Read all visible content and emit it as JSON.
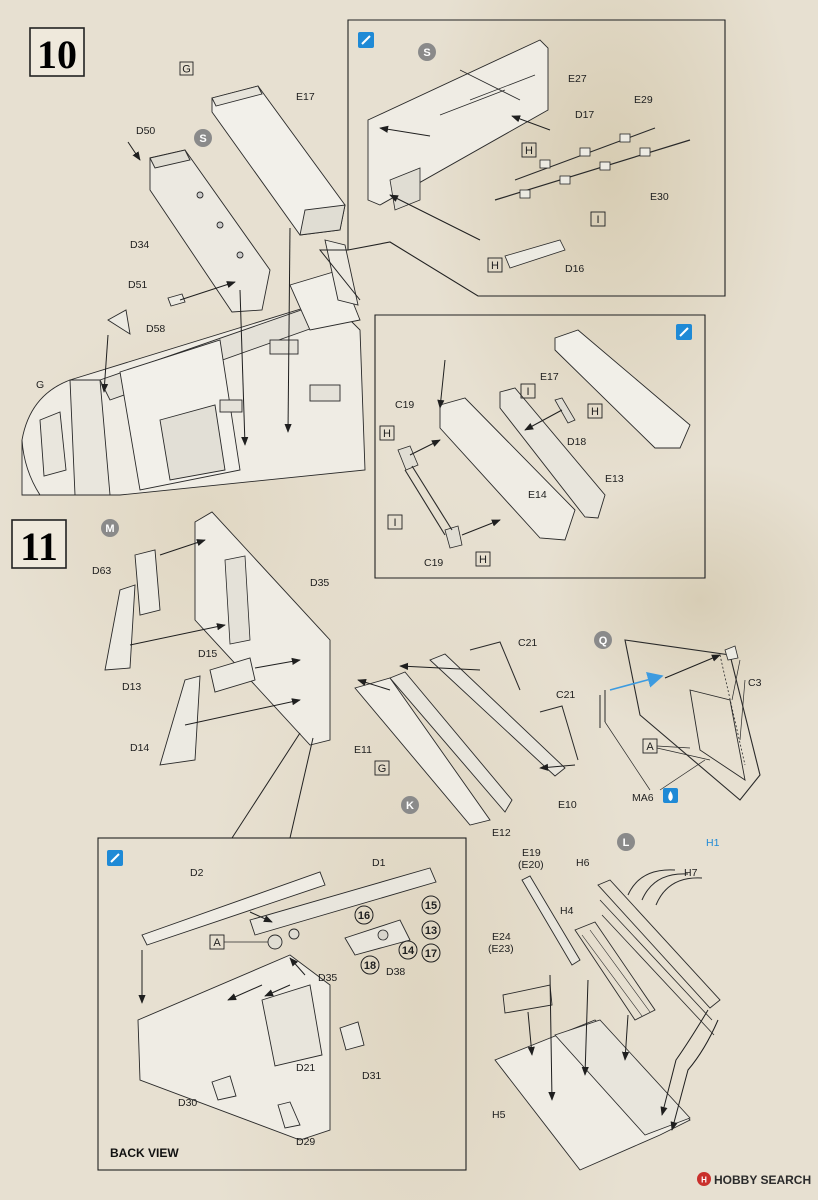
{
  "colors": {
    "ink": "#2a2a2a",
    "paper": "#e7e0d1",
    "part_fill": "#efece4",
    "marker_grey": "#8a8a8a",
    "paint_blue": "#1f8ad6",
    "arrow_blue": "#3d9be0",
    "watermark_red": "#c9302c"
  },
  "icons": {
    "paint_icon": "paint-brush-icon",
    "glue_icon": "glue-drop-icon",
    "watermark_icon": "watermark-logo-icon"
  },
  "steps": {
    "s10": {
      "number": "10"
    },
    "s11": {
      "number": "11"
    }
  },
  "markers": {
    "s_top_inset": "S",
    "s_main": "S",
    "m": "M",
    "q": "Q",
    "k": "K",
    "l": "L"
  },
  "boxed": {
    "g_top": "G",
    "h_top": "H",
    "h_top2": "H",
    "i_top": "I",
    "i_mid": "I",
    "h_mid": "H",
    "h_mid_left": "H",
    "i_mid_left": "I",
    "h_mid_bottom": "H",
    "g_s11": "G",
    "a_q": "A",
    "a_inset": "A"
  },
  "labels": {
    "e17_main": "E17",
    "d50": "D50",
    "d34": "D34",
    "d51": "D51",
    "d58": "D58",
    "g_main": "G",
    "e27": "E27",
    "d17": "D17",
    "e29": "E29",
    "e30": "E30",
    "d16": "D16",
    "e17_inset": "E17",
    "d18": "D18",
    "c19_top": "C19",
    "e13": "E13",
    "e14": "E14",
    "c19_bottom": "C19",
    "d63": "D63",
    "d35": "D35",
    "d13": "D13",
    "d15": "D15",
    "d14": "D14",
    "c21_top": "C21",
    "c21_mid": "C21",
    "e11": "E11",
    "e10": "E10",
    "e12": "E12",
    "c3": "C3",
    "ma6": "MA6",
    "h1": "H1",
    "d2": "D2",
    "d1": "D1",
    "d35_inset": "D35",
    "d38": "D38",
    "d21": "D21",
    "d31": "D31",
    "d30": "D30",
    "d29": "D29",
    "e19": "E19",
    "e20": "(E20)",
    "h6": "H6",
    "h7": "H7",
    "h4": "H4",
    "e24": "E24",
    "e23": "(E23)",
    "h5": "H5"
  },
  "circled_numbers": [
    "15",
    "16",
    "13",
    "14",
    "17",
    "18"
  ],
  "back_view": "BACK VIEW",
  "watermark": "HOBBY SEARCH"
}
